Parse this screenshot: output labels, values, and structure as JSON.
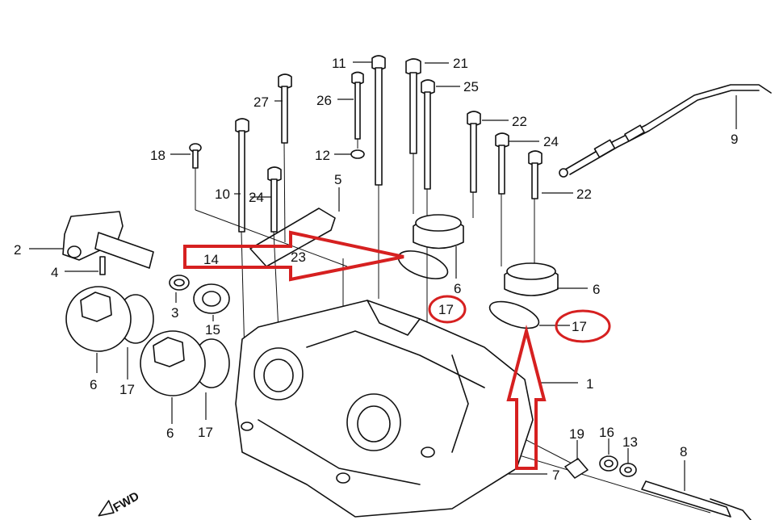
{
  "diagram": {
    "part_labels": [
      {
        "id": "11",
        "text": "11"
      },
      {
        "id": "21",
        "text": "21"
      },
      {
        "id": "25",
        "text": "25"
      },
      {
        "id": "27",
        "text": "27"
      },
      {
        "id": "26",
        "text": "26"
      },
      {
        "id": "22a",
        "text": "22"
      },
      {
        "id": "24a",
        "text": "24"
      },
      {
        "id": "22b",
        "text": "22"
      },
      {
        "id": "9",
        "text": "9"
      },
      {
        "id": "18",
        "text": "18"
      },
      {
        "id": "12",
        "text": "12"
      },
      {
        "id": "10",
        "text": "10"
      },
      {
        "id": "24b",
        "text": "24"
      },
      {
        "id": "5",
        "text": "5"
      },
      {
        "id": "2",
        "text": "2"
      },
      {
        "id": "14",
        "text": "14"
      },
      {
        "id": "23",
        "text": "23"
      },
      {
        "id": "4",
        "text": "4"
      },
      {
        "id": "6a",
        "text": "6"
      },
      {
        "id": "6b",
        "text": "6"
      },
      {
        "id": "3",
        "text": "3"
      },
      {
        "id": "15",
        "text": "15"
      },
      {
        "id": "17a",
        "text": "17"
      },
      {
        "id": "17b",
        "text": "17"
      },
      {
        "id": "1",
        "text": "1"
      },
      {
        "id": "6c",
        "text": "6"
      },
      {
        "id": "17c",
        "text": "17"
      },
      {
        "id": "6d",
        "text": "6"
      },
      {
        "id": "17d",
        "text": "17"
      },
      {
        "id": "19",
        "text": "19"
      },
      {
        "id": "16",
        "text": "16"
      },
      {
        "id": "13",
        "text": "13"
      },
      {
        "id": "8",
        "text": "8"
      },
      {
        "id": "7",
        "text": "7"
      }
    ],
    "fwd_label": "FWD",
    "highlight_color": "#d62020"
  }
}
